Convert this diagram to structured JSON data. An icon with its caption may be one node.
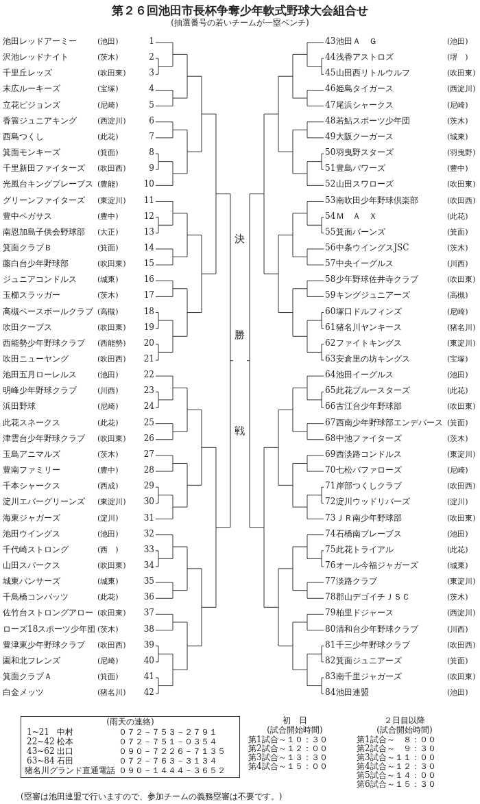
{
  "diagram": {
    "title": "第２６回池田市長杯争奪少年軟式野球大会組合せ",
    "labels": [
      "(抽選番号の若いチームが一塁ベンチ)",
      "池田レッドアーミー",
      "(池田)",
      "1",
      "沢池レッドナイト",
      "(茨木)",
      "2",
      "千里丘レッズ",
      "(吹田東)",
      "3",
      "末広ルーキーズ",
      "(宝塚)",
      "4",
      "立花ピジョンズ",
      "(尼崎)",
      "5",
      "香簑ジュニアキング",
      "(西淀川)",
      "6",
      "西島つくし",
      "(此花)",
      "7",
      "箕面モンキーズ",
      "(箕面)",
      "8",
      "千里新田ファイターズ",
      "(吹田西)",
      "9",
      "光風台キングブレーブス",
      "(豊能)",
      "10",
      "グリーンファイターズ",
      "(東淀川)",
      "11",
      "豊中ペガサス",
      "(豊中)",
      "12",
      "南恩加島子供会野球部",
      "(大正)",
      "13",
      "箕面クラブＢ",
      "(箕面)",
      "14",
      "藤白台少年野球部",
      "(吹田東)",
      "15",
      "ジュニアコンドルス",
      "(城東)",
      "16",
      "玉櫛スラッガー",
      "(茨木)",
      "17",
      "高槻ベースボールクラブ",
      "(高槻)",
      "18",
      "吹田クープス",
      "(吹田東)",
      "19",
      "西能勢少年野球クラブ",
      "(西能勢)",
      "20",
      "吹田ニューヤング",
      "(吹田西)",
      "21",
      "池田五月ローレルス",
      "(池田)",
      "22",
      "明峰少年野球クラブ",
      "(川西)",
      "23",
      "浜田野球",
      "(尼崎)",
      "24",
      "此花スネークス",
      "(此花)",
      "25",
      "津雲台少年野球クラブ",
      "(吹田東)",
      "26",
      "玉島アニマルズ",
      "(茨木)",
      "27",
      "豊南ファミリー",
      "(豊中)",
      "28",
      "千本シャークス",
      "(西成)",
      "29",
      "淀川エバーグリーンズ",
      "(東淀川)",
      "30",
      "海東ジャガーズ",
      "(淀川)",
      "31",
      "池田ウイングス",
      "(池田)",
      "32",
      "千代崎ストロング",
      "(西　)",
      "33",
      "山田スパークス",
      "(吹田東)",
      "34",
      "城東パンサーズ",
      "(城東)",
      "35",
      "千鳥橋コンバッツ",
      "(此花)",
      "36",
      "佐竹台ストロングアロー",
      "(吹田東)",
      "37",
      "ローズ18スポーツ少年団",
      "(茨木)",
      "38",
      "豊津東少年野球クラブ",
      "(吹田西)",
      "39",
      "園和北フレンズ",
      "(尼崎)",
      "40",
      "箕面クラブＡ",
      "(箕面)",
      "41",
      "白金メッツ",
      "(猪名川)",
      "42",
      "43",
      "池田Ａ　Ｇ",
      "(池田)",
      "44",
      "浅香アストロズ",
      "(堺　)",
      "45",
      "山田西リトルウルフ",
      "(吹田東)",
      "46",
      "姫島タイガース",
      "(西淀川)",
      "47",
      "尾浜シャークス",
      "(尼崎)",
      "48",
      "若鮎スポーツ少年団",
      "(茨木)",
      "49",
      "大阪クーガース",
      "(城東)",
      "50",
      "羽曳野スターズ",
      "(羽曳野)",
      "51",
      "豊島パワーズ",
      "(豊中)",
      "52",
      "山田スワローズ",
      "(吹田東)",
      "53",
      "南吹田少年野球倶楽部",
      "(吹田西)",
      "54",
      "Ｍ　Ａ　Ｘ",
      "(此花)",
      "55",
      "箕面バーンズ",
      "(箕面)",
      "56",
      "中条ウイングスJSC",
      "(茨木)",
      "57",
      "中央イーグルス",
      "(川西)",
      "58",
      "少年野球佐井寺クラブ",
      "(吹田東)",
      "59",
      "キングジュニアーズ",
      "(高槻)",
      "60",
      "塚口ドルフィンズ",
      "(尼崎)",
      "61",
      "猪名川ヤンキース",
      "(猪名川)",
      "62",
      "ファイトキングス",
      "(東淀川)",
      "63",
      "安倉里の坊キングス",
      "(宝塚)",
      "64",
      "池田イーグルス",
      "(池田)",
      "65",
      "此花ブルースターズ",
      "(此花)",
      "66",
      "古江台少年野球部",
      "(吹田東)",
      "67",
      "西南少年野球部エンデバース",
      "(箕面)",
      "68",
      "中池ファイターズ",
      "(茨木)",
      "69",
      "西淡路コンドルス",
      "(東淀川)",
      "70",
      "七松バファローズ",
      "(尼崎)",
      "71",
      "岸部つくしクラブ",
      "(吹田西)",
      "72",
      "淀川ウッドリバーズ",
      "(淀川)",
      "73",
      "ＪＲ南少年野球部",
      "(吹田東)",
      "74",
      "石橋南ブレーブス",
      "(池田)",
      "75",
      "此花トライアル",
      "(此花)",
      "76",
      "オール今福ジャガーズ",
      "(城東)",
      "77",
      "淡路クラブ",
      "(東淀川)",
      "78",
      "郡山デゴイチＪＳＣ",
      "(茨木)",
      "79",
      "柏里ドジャース",
      "(西淀川)",
      "80",
      "清和台少年野球クラブ",
      "(川西)",
      "81",
      "千三少年野球クラブ",
      "(吹田西)",
      "82",
      "箕面ジュニアーズ",
      "(箕面)",
      "83",
      "南千里ジャガーズ",
      "(吹田東)",
      "84",
      "池田連盟",
      "(池田)",
      "決勝戦",
      "(雨天の連絡)",
      "1~21",
      "中村",
      "０７２－７５３－２７９１",
      "22~42",
      "松本",
      "０７２－７５１－０３５４",
      "43~62",
      "出口",
      "０９０－７２２６－７１３５",
      "63~84",
      "石田",
      "０７２－７６３－３１３４",
      "猪名川グランド直通電話",
      "０９０－１４４４－３６５２",
      "初　日",
      "(試合開始時間)",
      "第1試合～１０：３０",
      "第2試合～１２：００",
      "第3試合～１３：３０",
      "第4試合～１５：００",
      "２日目以降",
      "(試合開始時間)",
      "第1試合～　８：００",
      "第2試合～　９：３０",
      "第3試合～１１：００",
      "第4試合～１２：３０",
      "第5試合～１４：００",
      "第6試合～１５：３０",
      "(塁審は池田連盟で行いますので、参加チームの義務塁審は不要です。)"
    ]
  }
}
